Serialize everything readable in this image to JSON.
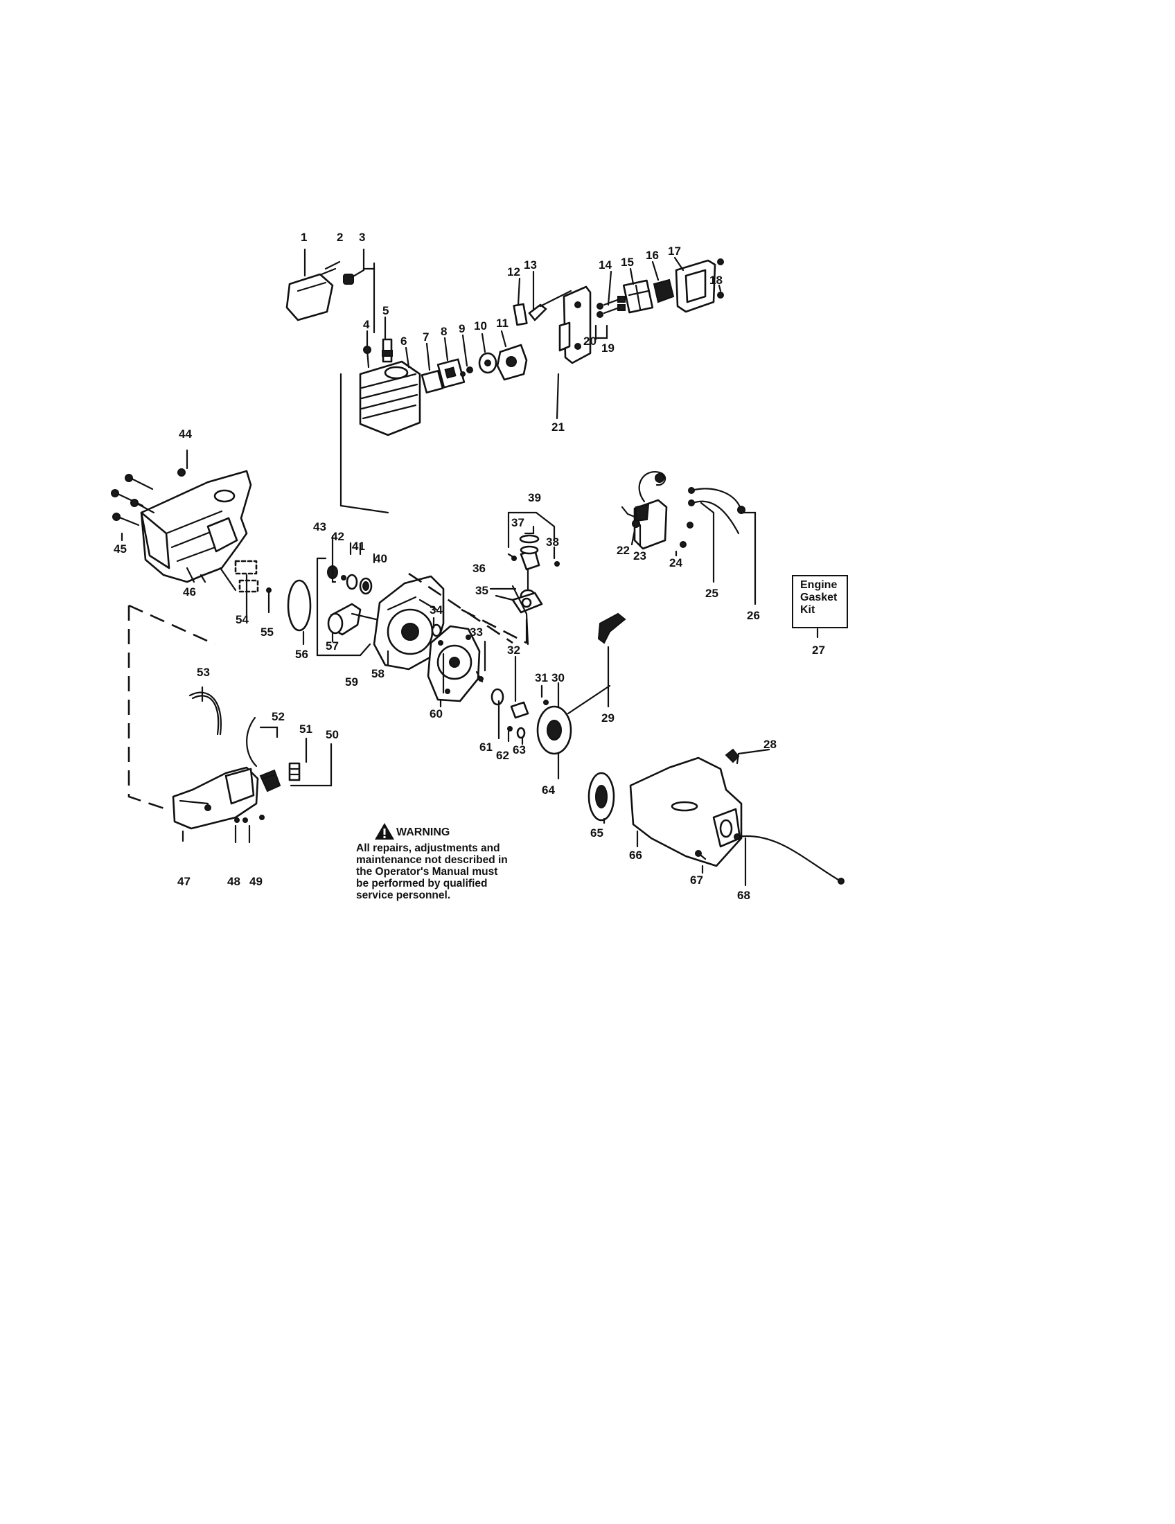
{
  "warning": {
    "heading": "WARNING",
    "lines": [
      "All repairs, adjustments and",
      "maintenance not described in",
      "the Operator's Manual must",
      "be performed by qualified",
      "service personnel."
    ]
  },
  "kit_box": {
    "lines": [
      "Engine",
      "Gasket",
      "Kit"
    ],
    "ref": "27"
  },
  "callouts": [
    "1",
    "2",
    "3",
    "4",
    "5",
    "6",
    "7",
    "8",
    "9",
    "10",
    "11",
    "12",
    "13",
    "14",
    "15",
    "16",
    "17",
    "18",
    "19",
    "20",
    "21",
    "22",
    "23",
    "24",
    "25",
    "26",
    "28",
    "29",
    "30",
    "31",
    "32",
    "33",
    "34",
    "35",
    "36",
    "37",
    "38",
    "39",
    "40",
    "41",
    "42",
    "43",
    "44",
    "45",
    "46",
    "47",
    "48",
    "49",
    "50",
    "51",
    "52",
    "53",
    "54",
    "55",
    "56",
    "57",
    "58",
    "59",
    "60",
    "61",
    "62",
    "63",
    "64",
    "65",
    "66",
    "67",
    "68"
  ]
}
